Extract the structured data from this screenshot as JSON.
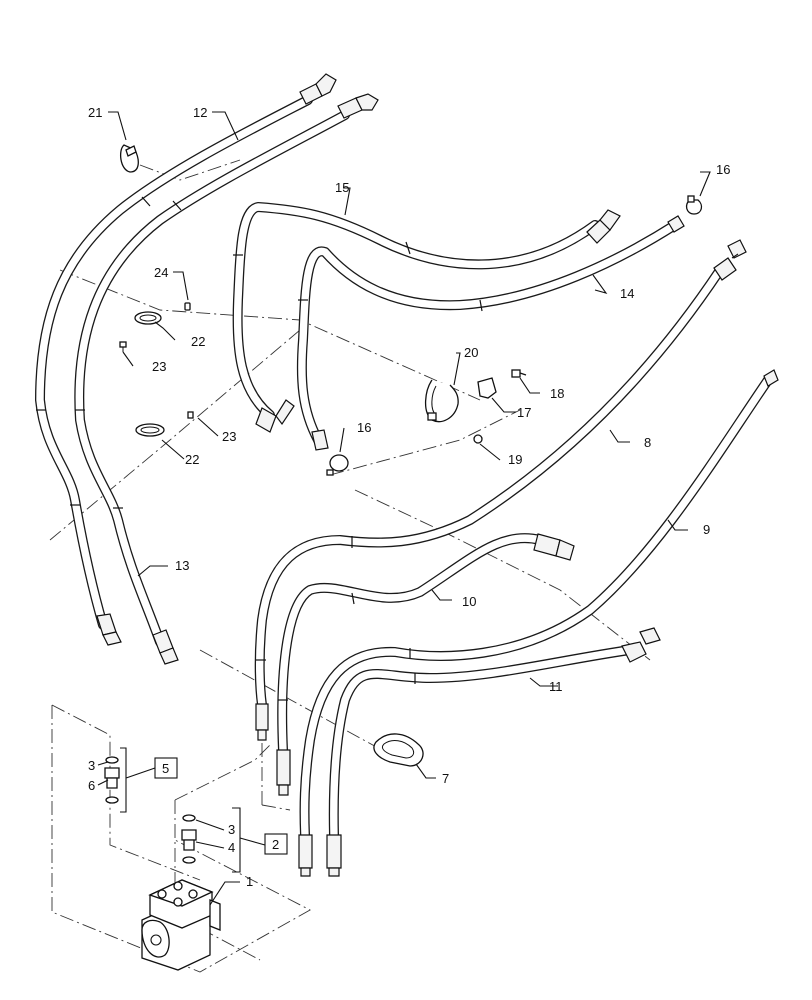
{
  "callouts": {
    "c1": "1",
    "c2": "2",
    "c3a": "3",
    "c3b": "3",
    "c4": "4",
    "c5": "5",
    "c6": "6",
    "c7": "7",
    "c8": "8",
    "c9": "9",
    "c10": "10",
    "c11": "11",
    "c12": "12",
    "c13": "13",
    "c14": "14",
    "c15": "15",
    "c16a": "16",
    "c16b": "16",
    "c17": "17",
    "c18": "18",
    "c19": "19",
    "c20": "20",
    "c21": "21",
    "c22a": "22",
    "c22b": "22",
    "c23a": "23",
    "c23b": "23",
    "c24": "24"
  }
}
